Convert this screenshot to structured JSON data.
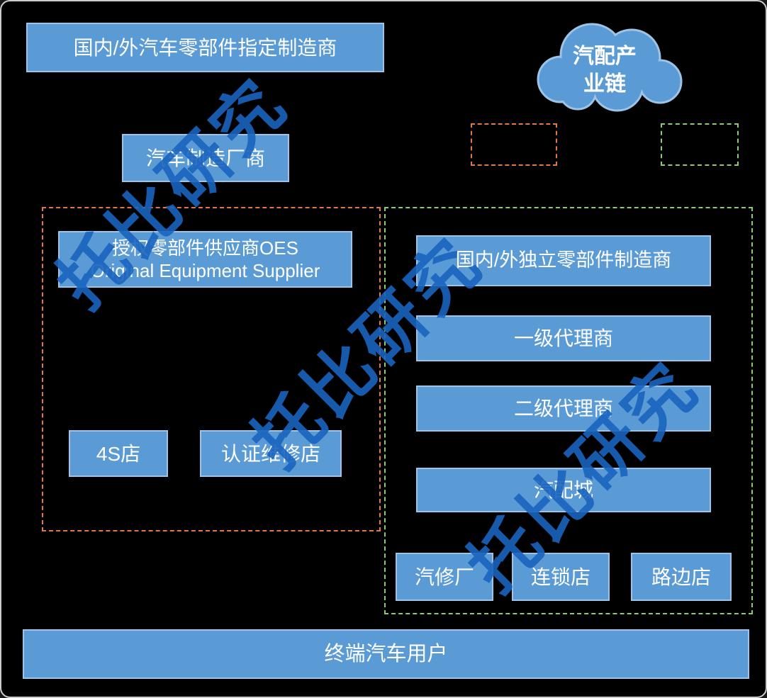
{
  "diagram_title": "汽配产业链",
  "watermark": {
    "text": "托比研究"
  },
  "colors": {
    "background": "#000000",
    "box_fill": "#5b9bd5",
    "box_border": "#9dc3e6",
    "box_text": "#ffffff",
    "oem_channel_dashed": "#e0784a",
    "independent_channel_dashed": "#8fc978",
    "watermark_blue": "#1a64be"
  },
  "cloud": {
    "label": "汽配产业链"
  },
  "legend": {
    "orange_box_label": "",
    "green_box_label": ""
  },
  "nodes": {
    "designated_manufacturer": "国内/外汽车零部件指定制造商",
    "auto_manufacturer": "汽车制造厂商",
    "oes_line1": "授权零部件供应商OES",
    "oes_line2": "Original Equipment Supplier",
    "four_s_store": "4S店",
    "certified_repair_store": "认证维修店",
    "independent_manufacturer": "国内/外独立零部件制造商",
    "tier1_agent": "一级代理商",
    "tier2_agent": "二级代理商",
    "auto_parts_city": "汽配城",
    "repair_factory": "汽修厂",
    "chain_store": "连锁店",
    "roadside_store": "路边店",
    "end_user": "终端汽车用户"
  }
}
